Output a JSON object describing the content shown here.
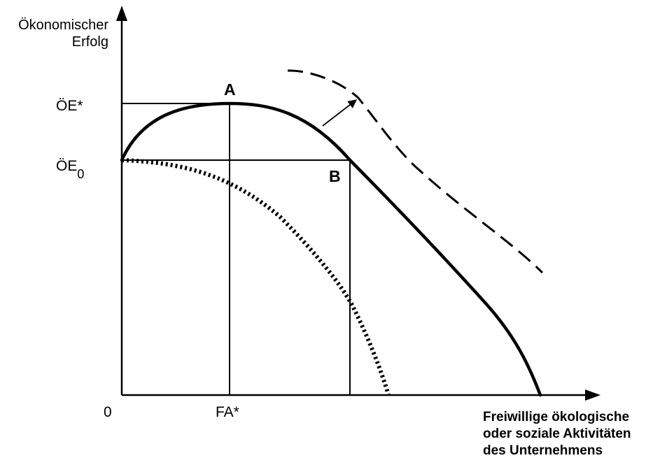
{
  "y_axis_label": [
    "Ökonomischer",
    "Erfolg"
  ],
  "x_axis_label": [
    "Freiwillige ökologische",
    "oder soziale Aktivitäten",
    "des Unternehmens"
  ],
  "origin_label": "0",
  "y_ticks": {
    "oe_star": "ÖE*",
    "oe_zero_main": "ÖE",
    "oe_zero_sub": "0"
  },
  "x_ticks": {
    "fa_star": "FA*"
  },
  "points": {
    "a": "A",
    "b": "B"
  }
}
